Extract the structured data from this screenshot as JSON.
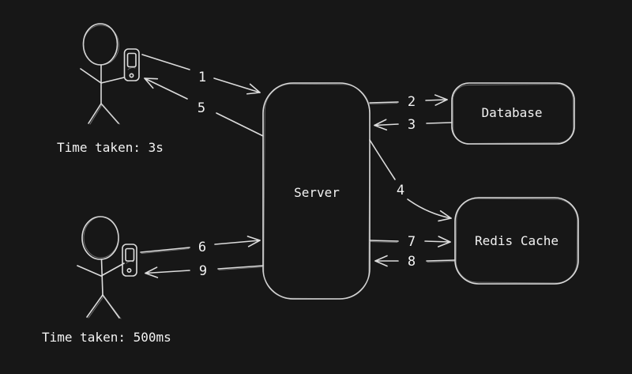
{
  "canvas": {
    "background_color": "#171717",
    "stroke_color": "#dcdcdc",
    "text_color": "#f2f2f2"
  },
  "nodes": [
    {
      "id": "server",
      "label": "Server"
    },
    {
      "id": "database",
      "label": "Database"
    },
    {
      "id": "redis",
      "label": "Redis Cache"
    }
  ],
  "actors": [
    {
      "id": "user-top",
      "icons": [
        "stick-figure-icon",
        "phone-icon"
      ],
      "caption": "Time taken: 3s"
    },
    {
      "id": "user-bottom",
      "icons": [
        "stick-figure-icon",
        "phone-icon"
      ],
      "caption": "Time taken: 500ms"
    }
  ],
  "arrows": [
    {
      "label": "1",
      "from": "user-top-phone",
      "to": "server"
    },
    {
      "label": "2",
      "from": "server",
      "to": "database"
    },
    {
      "label": "3",
      "from": "database",
      "to": "server"
    },
    {
      "label": "4",
      "from": "server",
      "to": "redis"
    },
    {
      "label": "5",
      "from": "server",
      "to": "user-top-phone"
    },
    {
      "label": "6",
      "from": "user-bottom-phone",
      "to": "server"
    },
    {
      "label": "7",
      "from": "server",
      "to": "redis"
    },
    {
      "label": "8",
      "from": "redis",
      "to": "server"
    },
    {
      "label": "9",
      "from": "server",
      "to": "user-bottom-phone"
    }
  ]
}
